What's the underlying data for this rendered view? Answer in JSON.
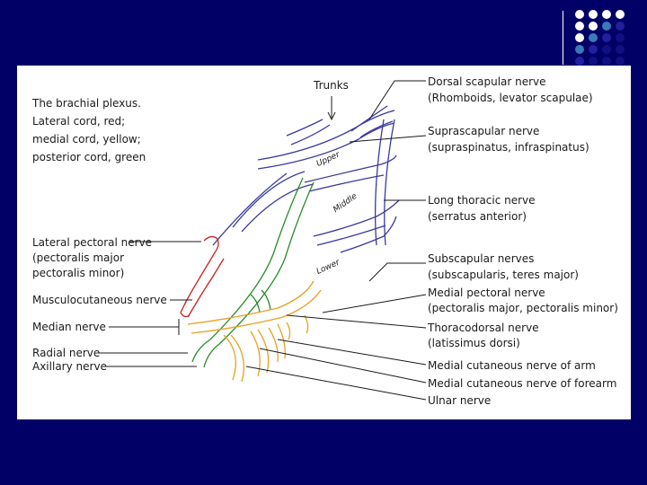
{
  "colors": {
    "background": "#000066",
    "panel": "#ffffff",
    "lateral_cord": "#cc2222",
    "medial_cord": "#e8a020",
    "posterior_cord": "#2a8a2a",
    "trunk_lines": "#3a3aa0",
    "text": "#1a1a1a"
  },
  "caption": {
    "line1": "The brachial plexus.",
    "line2": "Lateral cord, red;",
    "line3": "medial cord, yellow;",
    "line4": "posterior cord, green"
  },
  "trunks": {
    "heading": "Trunks",
    "upper": "Upper",
    "middle": "Middle",
    "lower": "Lower"
  },
  "left_labels": {
    "lateral_pectoral": [
      "Lateral pectoral nerve",
      "(pectoralis major",
      "pectoralis minor)"
    ],
    "musculocutaneous": "Musculocutaneous nerve",
    "median": "Median nerve",
    "radial": "Radial nerve",
    "axillary": "Axillary nerve"
  },
  "right_labels": {
    "dorsal_scapular": [
      "Dorsal scapular nerve",
      "(Rhomboids, levator scapulae)"
    ],
    "suprascapular": [
      "Suprascapular nerve",
      "(supraspinatus, infraspinatus)"
    ],
    "long_thoracic": [
      "Long thoracic nerve",
      "(serratus anterior)"
    ],
    "subscapular": [
      "Subscapular nerves",
      "(subscapularis, teres major)"
    ],
    "medial_pectoral": [
      "Medial pectoral nerve",
      "(pectoralis major, pectoralis minor)"
    ],
    "thoracodorsal": [
      "Thoracodorsal nerve",
      "(latissimus dorsi)"
    ],
    "medial_cutaneous_arm": "Medial cutaneous nerve of arm",
    "medial_cutaneous_forearm": "Medial cutaneous nerve of forearm",
    "ulnar": "Ulnar nerve"
  },
  "decoration": {
    "dot_colors": [
      "#ffffff",
      "#3a7ab8",
      "#2020a0",
      "#101080"
    ]
  }
}
